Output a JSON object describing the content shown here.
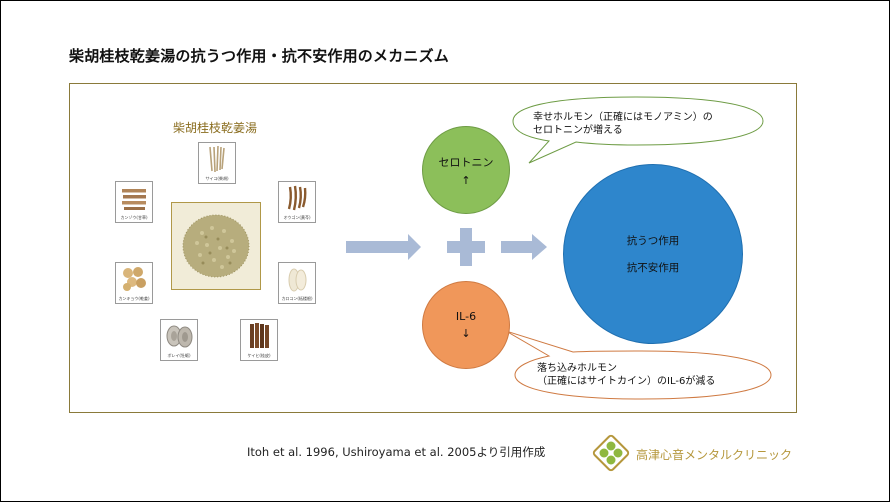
{
  "title": "柴胡桂枝乾姜湯の抗うつ作用・抗不安作用のメカニズム",
  "herb_group_label": "柴胡桂枝乾姜湯",
  "herbs": [
    {
      "name": "サイコ(柴胡)"
    },
    {
      "name": "オウゴン(黄芩)"
    },
    {
      "name": "カロコン(栝楼根)"
    },
    {
      "name": "ケイヒ(桂皮)"
    },
    {
      "name": "ボレイ(牡蛎)"
    },
    {
      "name": "カンキョウ(乾姜)"
    },
    {
      "name": "カンゾウ(甘草)"
    }
  ],
  "serotonin": {
    "label": "セロトニン",
    "arrow": "↑"
  },
  "il6": {
    "label": "IL-6",
    "arrow": "↓"
  },
  "effect": {
    "line1": "抗うつ作用",
    "line2": "抗不安作用"
  },
  "bubble_top": {
    "line1": "幸せホルモン（正確にはモノアミン）の",
    "line2": "セロトニンが増える"
  },
  "bubble_bottom": {
    "line1": "落ち込みホルモン",
    "line2": "（正確にはサイトカイン）のIL-6が減る"
  },
  "citation": "Itoh et al. 1996, Ushiroyama et al. 2005より引用作成",
  "clinic_name": "高津心音メンタルクリニック",
  "colors": {
    "serotonin": "#8cbf5a",
    "il6": "#f0975a",
    "effect": "#2e86cc",
    "arrows": "#a9bad6",
    "frame": "#8a7a3a",
    "bubble_border": "#6e9c45",
    "bubble_border_bottom": "#cf7a42",
    "clinic_gold": "#b5973c"
  }
}
